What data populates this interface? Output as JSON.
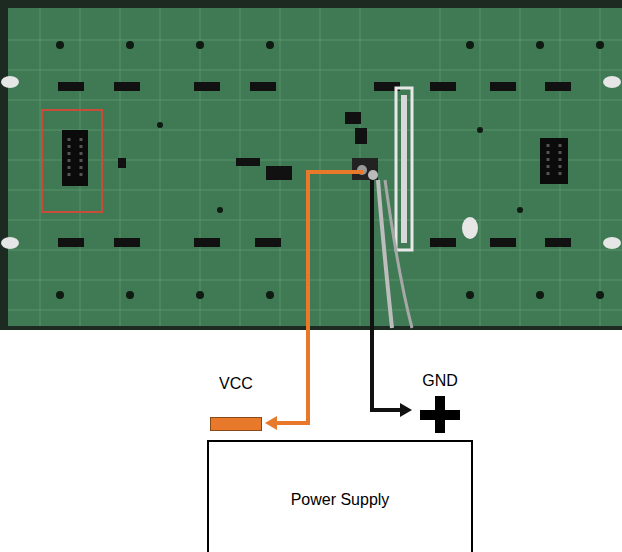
{
  "diagram": {
    "nodes": [
      {
        "text": [
          "Power Supply"
        ]
      },
      {
        "text": [
          "VCC"
        ]
      },
      {
        "text": [
          "GND"
        ]
      }
    ]
  }
}
